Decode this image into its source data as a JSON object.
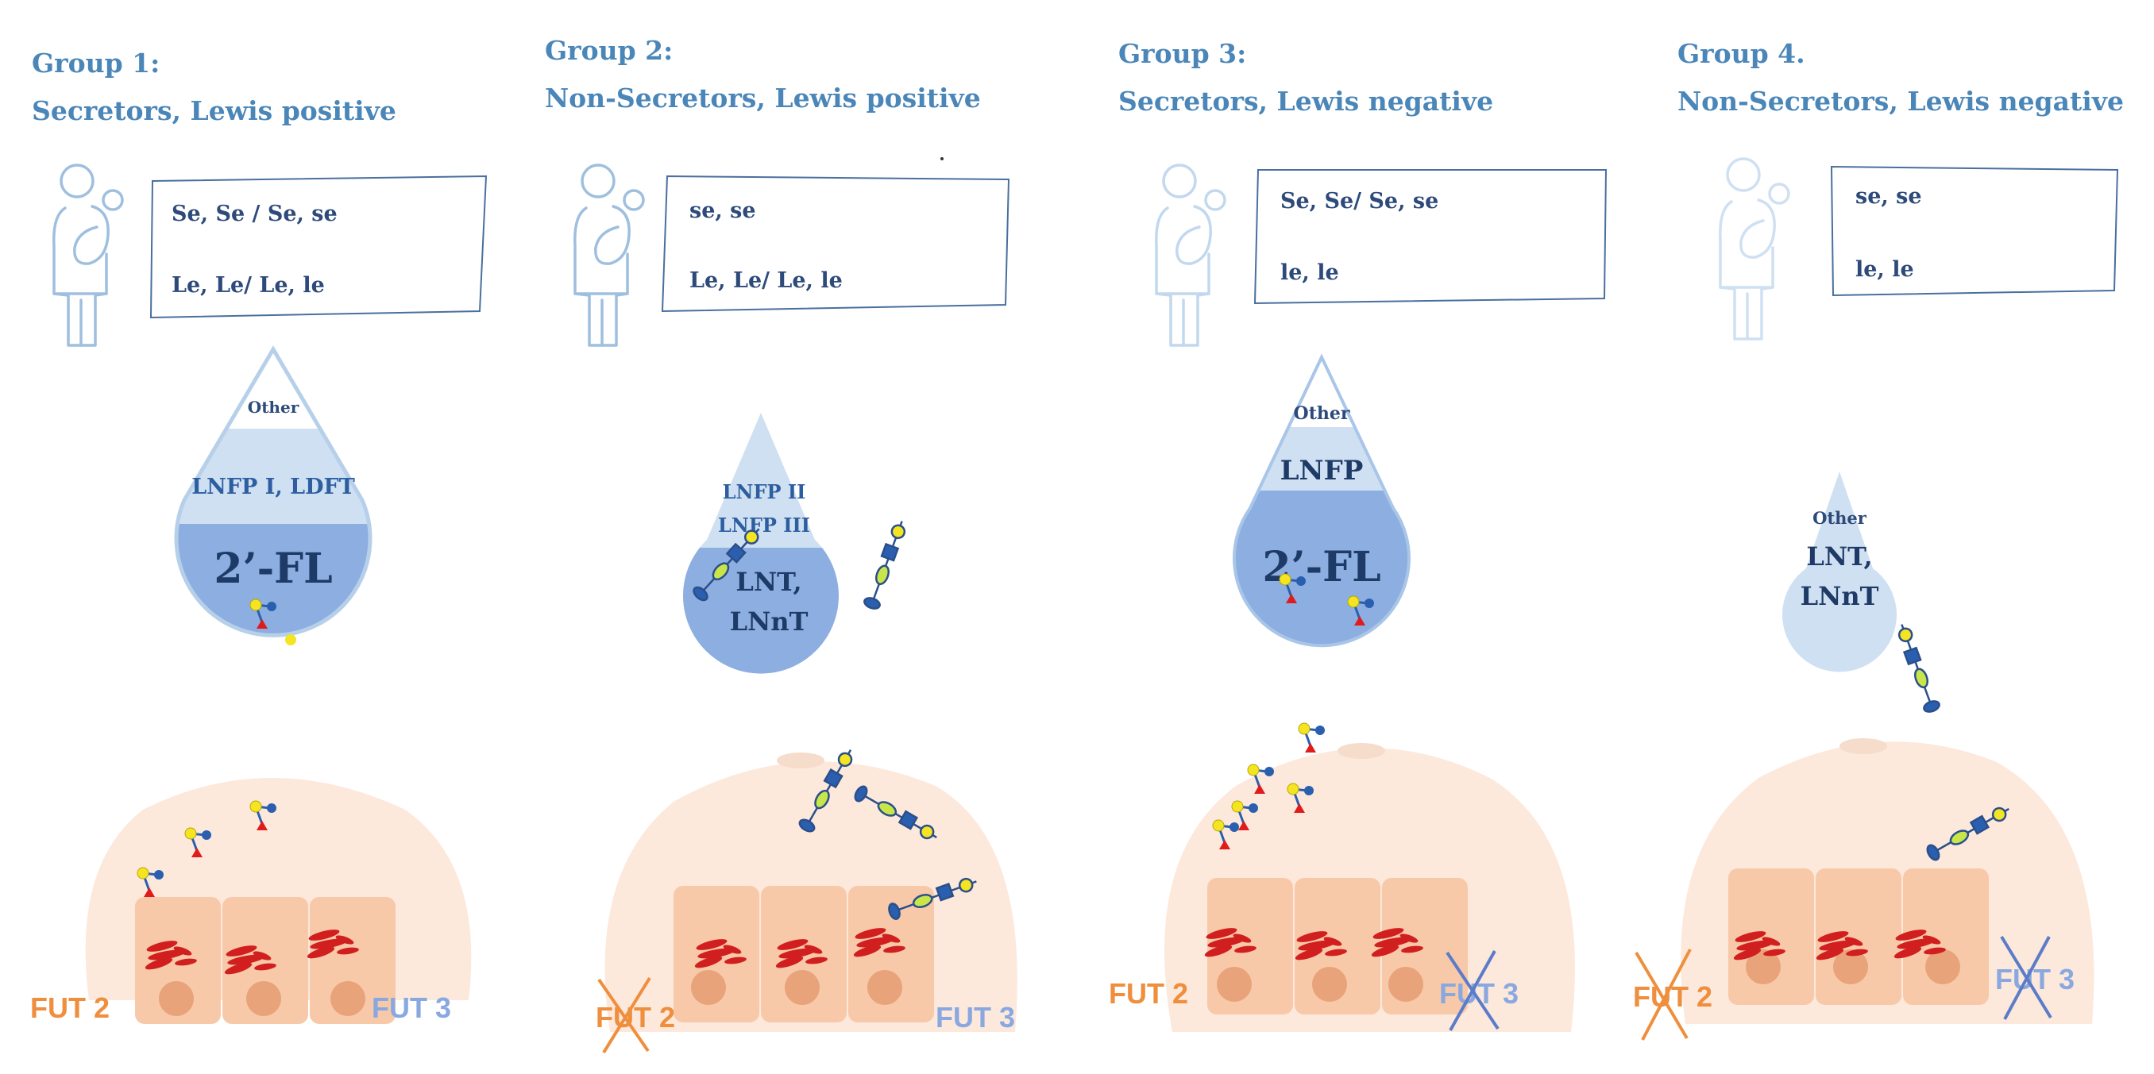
{
  "groups": [
    {
      "title_line1": "Group 1:",
      "title_line2": "Secretors, Lewis positive",
      "genotype_line1": "Se, Se / Se, se",
      "genotype_line2": "Le, Le/ Le, le",
      "drop_top": "Other",
      "drop_mid": "LNFP I, LDFT",
      "drop_main": "2’-FL",
      "fut2": "FUT 2",
      "fut3": "FUT 3"
    },
    {
      "title_line1": "Group 2:",
      "title_line2": "Non-Secretors, Lewis positive",
      "genotype_line1": "se, se",
      "genotype_line2": "Le, Le/ Le, le",
      "drop_mid1": "LNFP II",
      "drop_mid2": "LNFP III",
      "drop_main1": "LNT,",
      "drop_main2": "LNnT",
      "fut2": "FUT 2",
      "fut3": "FUT 3"
    },
    {
      "title_line1": "Group 3:",
      "title_line2": "Secretors, Lewis negative",
      "genotype_line1": "Se, Se/ Se, se",
      "genotype_line2": "le, le",
      "drop_top": "Other",
      "drop_mid": "LNFP",
      "drop_main": "2’-FL",
      "fut2": "FUT 2",
      "fut3": "FUT 3"
    },
    {
      "title_line1": "Group 4.",
      "title_line2": "Non-Secretors, Lewis negative",
      "genotype_line1": "se, se",
      "genotype_line2": "le, le",
      "drop_top": "Other",
      "drop_main1": "LNT,",
      "drop_main2": "LNnT",
      "fut2": "FUT 2",
      "fut3": "FUT 3"
    }
  ],
  "colors": {
    "title": "#4a86b8",
    "text_dark": "#2d4a7a",
    "drop_light": "#cfe0f2",
    "drop_mid": "#a9c6e8",
    "drop_dark": "#8caee0",
    "tissue": "#fde8dc",
    "cell": "#f7c9a8",
    "nucleus": "#e9a37a",
    "golgi": "#d11f1f",
    "fut2": "#ef8e3c",
    "fut3": "#8aa8e0"
  }
}
